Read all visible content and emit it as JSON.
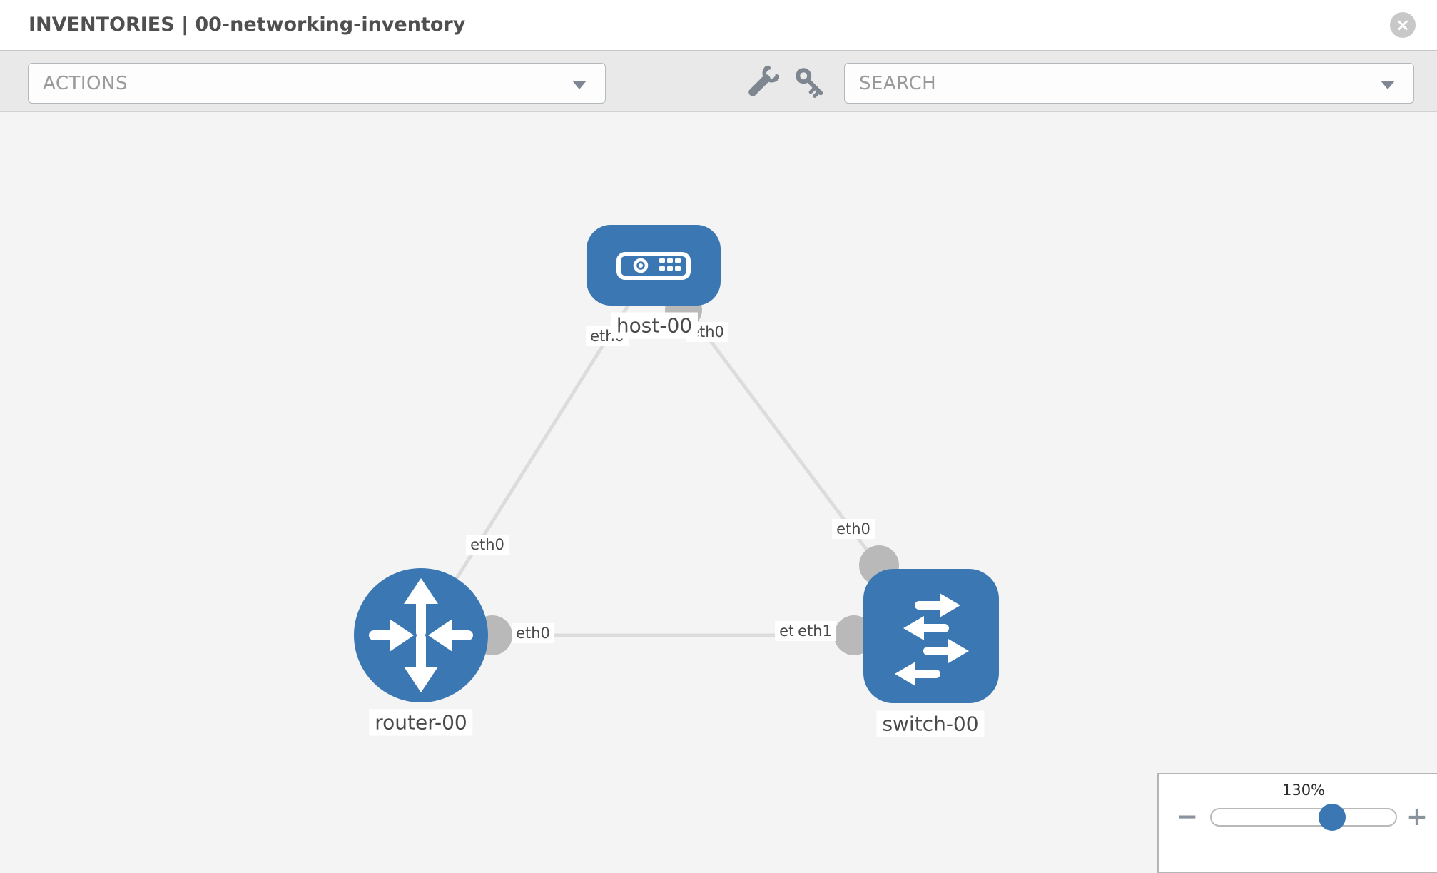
{
  "header": {
    "title": "INVENTORIES | 00-networking-inventory",
    "close_glyph": "×"
  },
  "toolbar": {
    "actions_label": "ACTIONS",
    "search_label": "SEARCH"
  },
  "topology": {
    "nodes": [
      {
        "id": "host-00",
        "type": "host",
        "label": "host-00"
      },
      {
        "id": "router-00",
        "type": "router",
        "label": "router-00"
      },
      {
        "id": "switch-00",
        "type": "switch",
        "label": "switch-00"
      }
    ],
    "links": [
      {
        "from": "host-00",
        "to": "router-00",
        "from_interface": "eth0",
        "to_interface": "eth0"
      },
      {
        "from": "host-00",
        "to": "switch-00",
        "from_interface": "eth0",
        "to_interface": "eth0"
      },
      {
        "from": "router-00",
        "to": "switch-00",
        "from_interface": "eth0",
        "to_interface": "eth1"
      }
    ],
    "overlapped_interface_label": "eth0"
  },
  "zoom_control": {
    "level": "130%",
    "minus_glyph": "−",
    "plus_glyph": "+"
  },
  "colors": {
    "node_blue": "#3b78b3",
    "connector_gray": "#b9b9b9",
    "link_gray": "#dcdcdc",
    "toolbar_gray": "#e9e9e9"
  }
}
